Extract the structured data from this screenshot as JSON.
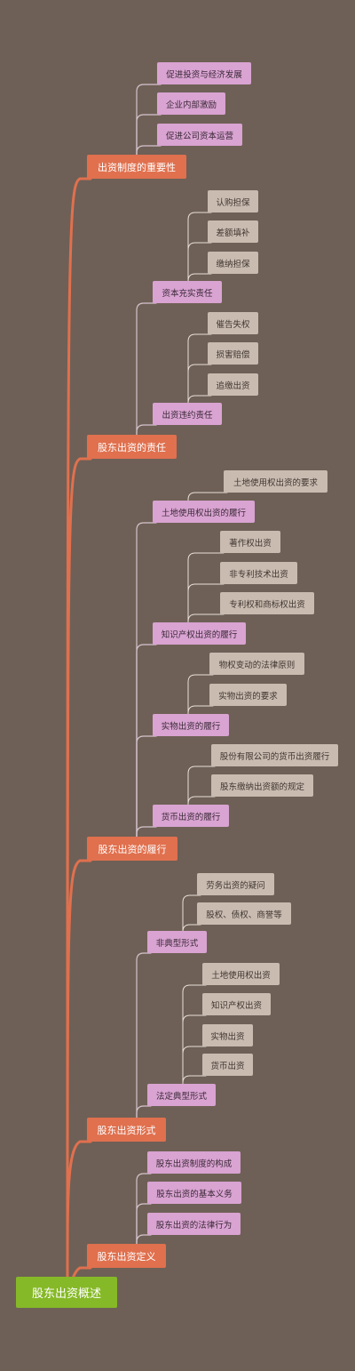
{
  "colors": {
    "background": "#6e6056",
    "root_fill": "#86b927",
    "level1_fill": "#e0704e",
    "level2_fill": "#d9a3d2",
    "level3_fill": "#c9bbb0",
    "level1_branch": "#e0704e",
    "level2_branch": "#d6c3cf",
    "level3_branch": "#e8dfd8"
  },
  "root": "股东出资概述",
  "branches": [
    {
      "label": "出资制度的重要性",
      "children": [
        {
          "label": "促进投资与经济发展",
          "children": []
        },
        {
          "label": "企业内部激励",
          "children": []
        },
        {
          "label": "促进公司资本运营",
          "children": []
        }
      ]
    },
    {
      "label": "股东出资的责任",
      "children": [
        {
          "label": "资本充实责任",
          "children": [
            "认购担保",
            "差额填补",
            "缴纳担保"
          ]
        },
        {
          "label": "出资违约责任",
          "children": [
            "催告失权",
            "损害赔偿",
            "追缴出资"
          ]
        }
      ]
    },
    {
      "label": "股东出资的履行",
      "children": [
        {
          "label": "土地使用权出资的履行",
          "children": [
            "土地使用权出资的要求"
          ]
        },
        {
          "label": "知识产权出资的履行",
          "children": [
            "著作权出资",
            "非专利技术出资",
            "专利权和商标权出资"
          ]
        },
        {
          "label": "实物出资的履行",
          "children": [
            "物权变动的法律原则",
            "实物出资的要求"
          ]
        },
        {
          "label": "货币出资的履行",
          "children": [
            "股份有限公司的货币出资履行",
            "股东缴纳出资额的规定"
          ]
        }
      ]
    },
    {
      "label": "股东出资形式",
      "children": [
        {
          "label": "非典型形式",
          "children": [
            "劳务出资的疑问",
            "股权、债权、商誉等"
          ]
        },
        {
          "label": "法定典型形式",
          "children": [
            "土地使用权出资",
            "知识产权出资",
            "实物出资",
            "货币出资"
          ]
        }
      ]
    },
    {
      "label": "股东出资定义",
      "children": [
        {
          "label": "股东出资制度的构成",
          "children": []
        },
        {
          "label": "股东出资的基本义务",
          "children": []
        },
        {
          "label": "股东出资的法律行为",
          "children": []
        }
      ]
    }
  ]
}
